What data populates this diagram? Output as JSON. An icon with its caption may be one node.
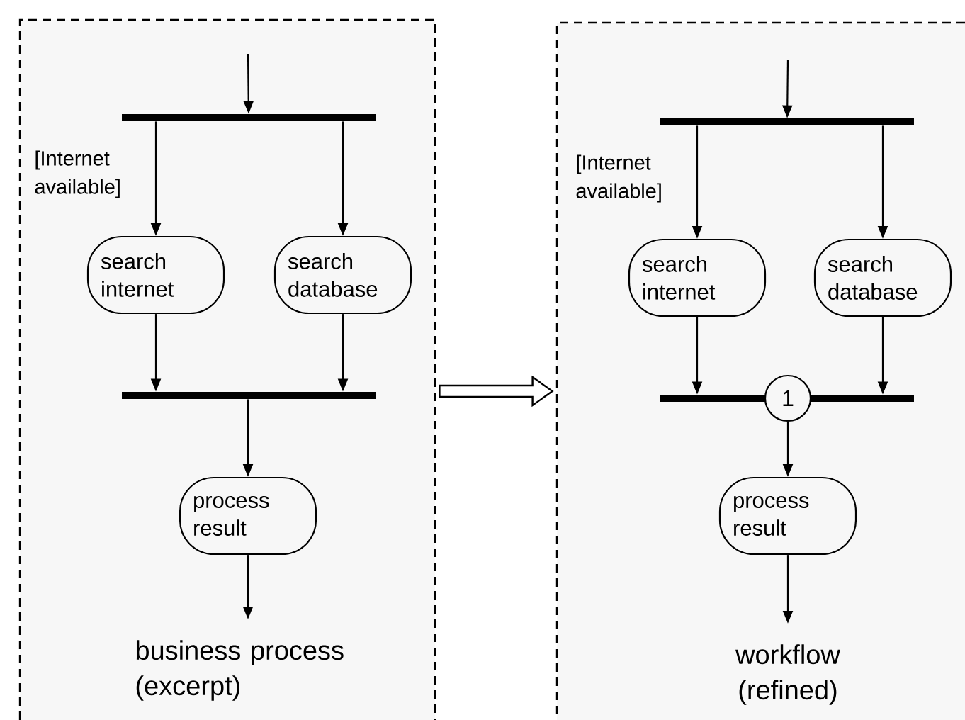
{
  "diagram": {
    "nodes": [
      {
        "text": [
          "business process (excerpt)"
        ]
      },
      {
        "text": [],
        "shape": "bar",
        "in": 0
      },
      {
        "text": [
          "search internet"
        ],
        "in": 0
      },
      {
        "text": [
          "search database"
        ],
        "in": 0
      },
      {
        "text": [],
        "shape": "bar",
        "in": 0
      },
      {
        "text": [
          "process result"
        ],
        "in": 0
      },
      {
        "text": [
          "workflow (refined)"
        ]
      },
      {
        "text": [],
        "shape": "bar",
        "in": 6
      },
      {
        "text": [
          "search internet"
        ],
        "in": 6
      },
      {
        "text": [
          "search database"
        ],
        "in": 6
      },
      {
        "text": [],
        "shape": "bar",
        "in": 6
      },
      {
        "text": [
          "1"
        ],
        "in": 6
      },
      {
        "text": [],
        "shape": "bar",
        "in": 6
      },
      {
        "text": [
          "process result"
        ],
        "in": 6
      }
    ],
    "edges": [
      {
        "from": null,
        "to": 1,
        "arrow": "to"
      },
      {
        "from": 1,
        "to": 2,
        "arrow": "to",
        "label": "[Internet available]"
      },
      {
        "from": 1,
        "to": 3,
        "arrow": "to"
      },
      {
        "from": 2,
        "to": 4,
        "arrow": "to"
      },
      {
        "from": 3,
        "to": 4,
        "arrow": "to"
      },
      {
        "from": 4,
        "to": 5,
        "arrow": "to"
      },
      {
        "from": 5,
        "to": null,
        "arrow": "to"
      },
      {
        "from": 0,
        "to": 6,
        "arrow": "to",
        "style": "thick"
      },
      {
        "from": null,
        "to": 7,
        "arrow": "to"
      },
      {
        "from": 7,
        "to": 8,
        "arrow": "to",
        "label": "[Internet available]"
      },
      {
        "from": 7,
        "to": 9,
        "arrow": "to"
      },
      {
        "from": 8,
        "to": 10,
        "arrow": "to"
      },
      {
        "from": 9,
        "to": 12,
        "arrow": "to"
      },
      {
        "from": 11,
        "to": 13,
        "arrow": "to"
      },
      {
        "from": 13,
        "to": null,
        "arrow": "to"
      }
    ]
  }
}
